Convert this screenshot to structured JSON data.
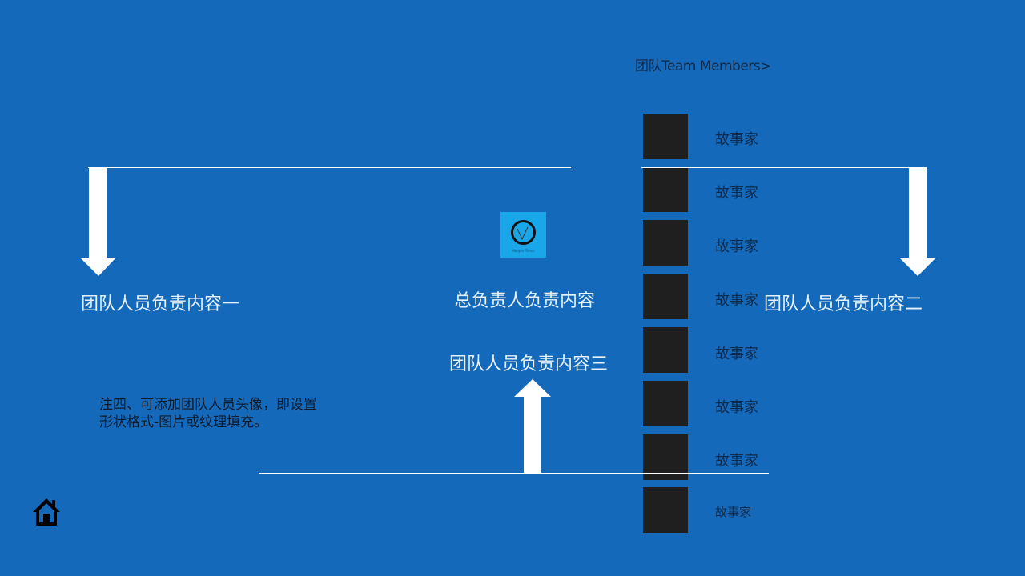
{
  "header": {
    "title": "团队Team Members>"
  },
  "logo": {
    "caption": "Morgen Times",
    "background": "#1aa7ea"
  },
  "members": [
    {
      "name": "故事家"
    },
    {
      "name": "故事家"
    },
    {
      "name": "故事家"
    },
    {
      "name": "故事家"
    },
    {
      "name": "故事家"
    },
    {
      "name": "故事家"
    },
    {
      "name": "故事家"
    },
    {
      "name": "故事家"
    }
  ],
  "content": {
    "leader": "总负责人负责内容",
    "team_one": "团队人员负责内容一",
    "team_two": "团队人员负责内容二",
    "team_three": "团队人员负责内容三"
  },
  "note": {
    "line1": "注四、可添加团队人员头像，即设置",
    "line2": "形状格式-图片或纹理填充。"
  },
  "icons": {
    "home": "home-icon"
  },
  "colors": {
    "background": "#1569ba",
    "avatar_box": "#1f1f1f",
    "arrow": "#ffffff"
  }
}
